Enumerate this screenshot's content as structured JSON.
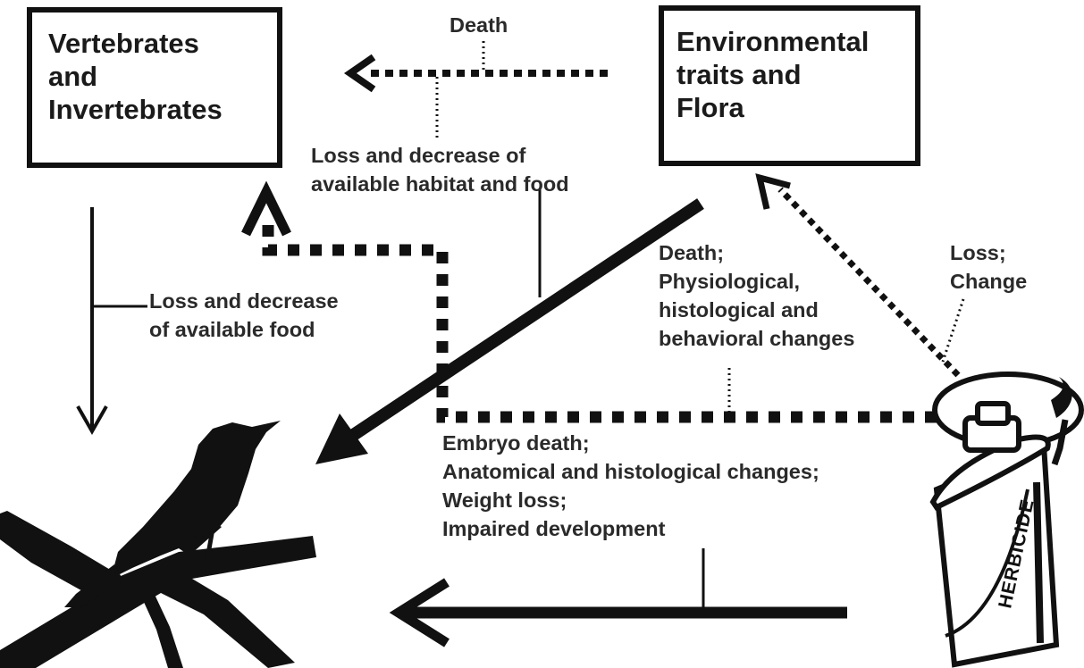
{
  "nodes": {
    "vertebrates": {
      "lines": [
        "Vertebrates",
        "and",
        "Invertebrates"
      ]
    },
    "environment": {
      "lines": [
        "Environmental",
        "traits and",
        "Flora"
      ]
    },
    "herbicide": {
      "label": "HERBICIDE"
    }
  },
  "labels": {
    "death_top": "Death",
    "loss_habitat": [
      "Loss and decrease of",
      "available habitat and food"
    ],
    "loss_food": [
      "Loss and decrease",
      "of available food"
    ],
    "death_physio": [
      "Death;",
      "Physiological,",
      "histological and",
      "behavioral changes"
    ],
    "loss_change": [
      "Loss;",
      "Change"
    ],
    "embryo": [
      "Embryo death;",
      "Anatomical and histological changes;",
      "Weight loss;",
      "Impaired development"
    ]
  },
  "colors": {
    "ink": "#111111",
    "text": "#2a2a2a",
    "background": "#ffffff"
  }
}
